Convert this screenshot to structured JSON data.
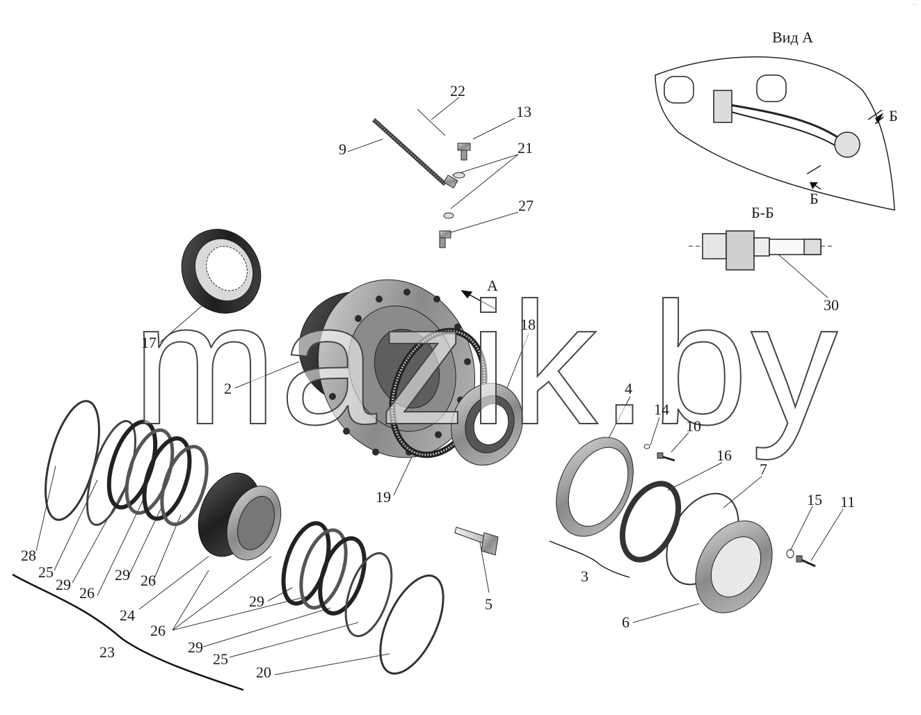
{
  "view_a": {
    "title": "Вид А",
    "section_label": "Б-Б",
    "cut_marks": [
      "Б",
      "Б"
    ]
  },
  "arrow_label": "А",
  "callouts": {
    "n2": "2",
    "n3": "3",
    "n4": "4",
    "n5": "5",
    "n6": "6",
    "n7": "7",
    "n9": "9",
    "n10": "10",
    "n11": "11",
    "n13": "13",
    "n14": "14",
    "n15": "15",
    "n16": "16",
    "n17": "17",
    "n18": "18",
    "n19": "19",
    "n20": "20",
    "n21": "21",
    "n22": "22",
    "n23": "23",
    "n24": "24",
    "n25a": "25",
    "n25b": "25",
    "n26a": "26",
    "n26b": "26",
    "n26c": "26",
    "n27": "27",
    "n28": "28",
    "n29a": "29",
    "n29b": "29",
    "n29c": "29",
    "n29d": "29",
    "n30": "30"
  },
  "watermark": "mazik.by",
  "corner_note": "...",
  "colors": {
    "line": "#1a1a1a",
    "metal_dark": "#2b2b2b",
    "metal_mid": "#7a7a7a",
    "metal_light": "#c9c9c9"
  }
}
